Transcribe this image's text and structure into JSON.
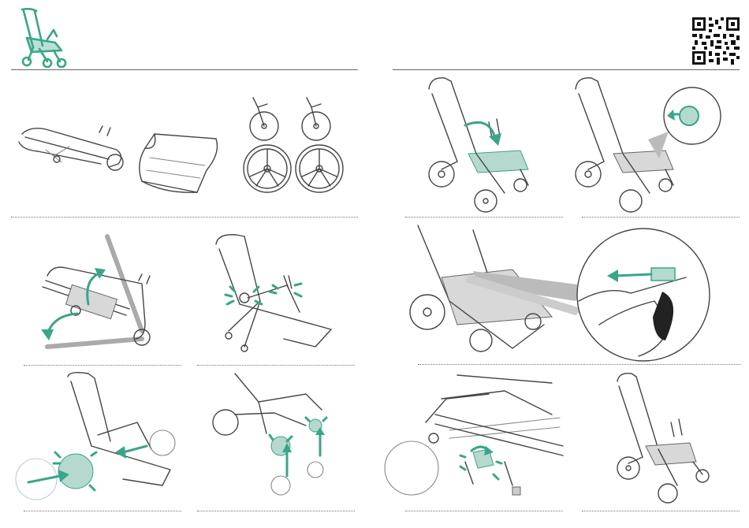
{
  "colors": {
    "accent": "#3aa58a",
    "line": "#444444",
    "rule": "#666666"
  },
  "icons": {
    "header_logo": "stroller-icon",
    "qr": "qr-code-icon"
  },
  "steps": [
    "parts-overview",
    "unfold-frame",
    "frame-locked",
    "attach-rear-wheels",
    "attach-front-wheels",
    "fit-seat-fabric",
    "clip-detail",
    "release-clip-detail",
    "basket-release",
    "assembled-stroller"
  ]
}
